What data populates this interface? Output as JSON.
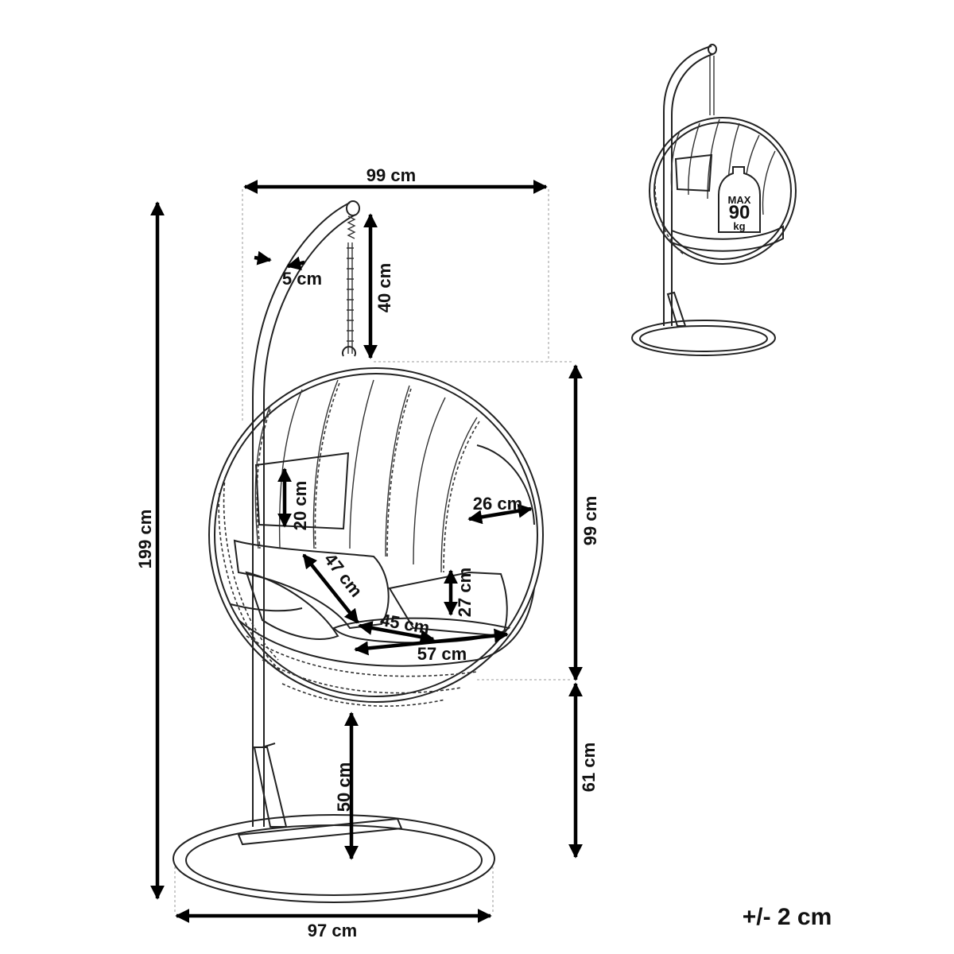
{
  "dimensions": {
    "top_width": "99 cm",
    "tube": "5 cm",
    "chain": "40 cm",
    "total_height": "199 cm",
    "back_cushion": "20 cm",
    "opening_depth": "26 cm",
    "sphere_height": "99 cm",
    "seat_diagonal": "47 cm",
    "side_cushion": "27 cm",
    "seat_depth": "45 cm",
    "seat_width": "57 cm",
    "seat_clearance": "50 cm",
    "base_to_sphere": "61 cm",
    "base_width": "97 cm"
  },
  "tolerance": "+/- 2 cm",
  "weight_badge": {
    "label": "MAX",
    "value": "90",
    "unit": "kg"
  },
  "colors": {
    "ink": "#222222",
    "arrow": "#000000",
    "background": "#ffffff"
  }
}
